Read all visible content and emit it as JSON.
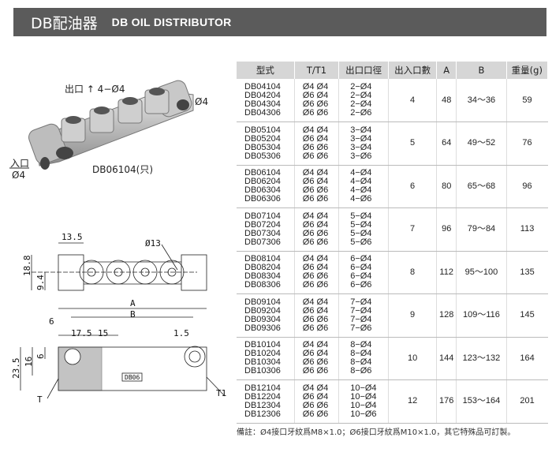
{
  "header": {
    "title_cn": "DB配油器",
    "title_en": "DB OIL DISTRIBUTOR"
  },
  "photo": {
    "outlet_label": "出口 ↑ 4−Ø4",
    "side_label": "Ø4",
    "inlet_label": "入口",
    "inlet_size": "Ø4",
    "model_label": "DB06104(只)"
  },
  "drawing": {
    "d_13_5": "13.5",
    "d_phi13": "Ø13",
    "d_18_8": "18.8",
    "d_9_4": "9.4",
    "d_A": "A",
    "d_B": "B",
    "d_6a": "6",
    "d_17_5": "17.5",
    "d_15": "15",
    "d_1_5": "1.5",
    "d_6b": "6",
    "d_16": "16",
    "d_23_5": "23.5",
    "d_T": "T",
    "d_T1": "T1",
    "stamp": "DB06"
  },
  "table": {
    "headers": [
      "型式",
      "T/T1",
      "出口口徑",
      "出入口數",
      "A",
      "B",
      "重量(g)"
    ],
    "groups": [
      {
        "models": [
          "DB04104",
          "DB04204",
          "DB04304",
          "DB04306"
        ],
        "t": [
          "Ø4 Ø4",
          "Ø6 Ø4",
          "Ø6 Ø6",
          "Ø6 Ø6"
        ],
        "outlet": [
          "2−Ø4",
          "2−Ø4",
          "2−Ø4",
          "2−Ø6"
        ],
        "ports": "4",
        "A": "48",
        "B": "34～36",
        "weight": "59"
      },
      {
        "models": [
          "DB05104",
          "DB05204",
          "DB05304",
          "DB05306"
        ],
        "t": [
          "Ø4 Ø4",
          "Ø6 Ø4",
          "Ø6 Ø6",
          "Ø6 Ø6"
        ],
        "outlet": [
          "3−Ø4",
          "3−Ø4",
          "3−Ø4",
          "3−Ø6"
        ],
        "ports": "5",
        "A": "64",
        "B": "49～52",
        "weight": "76"
      },
      {
        "models": [
          "DB06104",
          "DB06204",
          "DB06304",
          "DB06306"
        ],
        "t": [
          "Ø4 Ø4",
          "Ø6 Ø4",
          "Ø6 Ø6",
          "Ø6 Ø6"
        ],
        "outlet": [
          "4−Ø4",
          "4−Ø4",
          "4−Ø4",
          "4−Ø6"
        ],
        "ports": "6",
        "A": "80",
        "B": "65～68",
        "weight": "96"
      },
      {
        "models": [
          "DB07104",
          "DB07204",
          "DB07304",
          "DB07306"
        ],
        "t": [
          "Ø4 Ø4",
          "Ø6 Ø4",
          "Ø6 Ø6",
          "Ø6 Ø6"
        ],
        "outlet": [
          "5−Ø4",
          "5−Ø4",
          "5−Ø4",
          "5−Ø6"
        ],
        "ports": "7",
        "A": "96",
        "B": "79～84",
        "weight": "113"
      },
      {
        "models": [
          "DB08104",
          "DB08204",
          "DB08304",
          "DB08306"
        ],
        "t": [
          "Ø4 Ø4",
          "Ø6 Ø4",
          "Ø6 Ø6",
          "Ø6 Ø6"
        ],
        "outlet": [
          "6−Ø4",
          "6−Ø4",
          "6−Ø4",
          "6−Ø6"
        ],
        "ports": "8",
        "A": "112",
        "B": "95～100",
        "weight": "135"
      },
      {
        "models": [
          "DB09104",
          "DB09204",
          "DB09304",
          "DB09306"
        ],
        "t": [
          "Ø4 Ø4",
          "Ø6 Ø4",
          "Ø6 Ø6",
          "Ø6 Ø6"
        ],
        "outlet": [
          "7−Ø4",
          "7−Ø4",
          "7−Ø4",
          "7−Ø6"
        ],
        "ports": "9",
        "A": "128",
        "B": "109～116",
        "weight": "145"
      },
      {
        "models": [
          "DB10104",
          "DB10204",
          "DB10304",
          "DB10306"
        ],
        "t": [
          "Ø4 Ø4",
          "Ø6 Ø4",
          "Ø6 Ø6",
          "Ø6 Ø6"
        ],
        "outlet": [
          "8−Ø4",
          "8−Ø4",
          "8−Ø4",
          "8−Ø6"
        ],
        "ports": "10",
        "A": "144",
        "B": "123～132",
        "weight": "164"
      },
      {
        "models": [
          "DB12104",
          "DB12204",
          "DB12304",
          "DB12306"
        ],
        "t": [
          "Ø4 Ø4",
          "Ø6 Ø4",
          "Ø6 Ø6",
          "Ø6 Ø6"
        ],
        "outlet": [
          "10−Ø4",
          "10−Ø4",
          "10−Ø4",
          "10−Ø6"
        ],
        "ports": "12",
        "A": "176",
        "B": "153～164",
        "weight": "201"
      }
    ]
  },
  "note": "備註：Ø4接口牙紋爲M8×1.0；Ø6接口牙紋爲M10×1.0，其它特殊品可訂製。"
}
